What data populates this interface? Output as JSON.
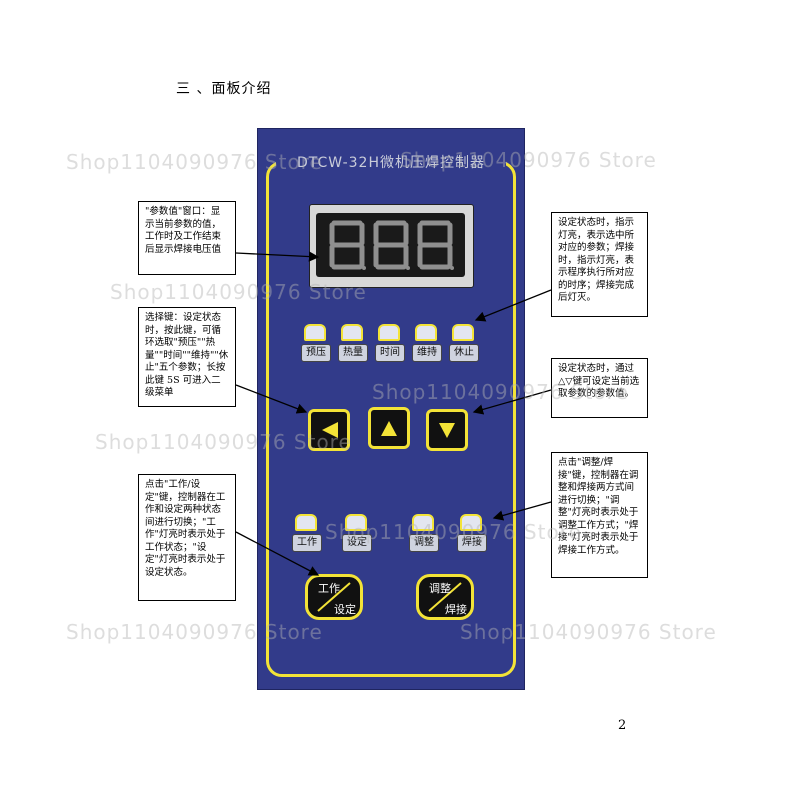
{
  "section_title": "三 、面板介绍",
  "panel": {
    "title": "DTCW-32H微机压焊控制器",
    "display_digits": [
      "8",
      "8",
      "8"
    ],
    "indicators": [
      "预压",
      "热量",
      "时间",
      "维持",
      "休止"
    ],
    "mode_indicators": [
      "工作",
      "设定",
      "调整",
      "焊接"
    ],
    "keys": [
      "left-key",
      "up-key",
      "down-key"
    ],
    "work_set_button": {
      "top": "工作",
      "bottom": "设定"
    },
    "adjust_weld_button": {
      "top": "调整",
      "bottom": "焊接"
    }
  },
  "notes": {
    "param_window": "\"参数值\"窗口：显示当前参数的值，工作时及工作结束后显示焊接电压值",
    "indicator_lamps": "设定状态时，指示灯亮，表示选中所对应的参数；焊接时，指示灯亮，表示程序执行所对应的时序；焊接完成后灯灭。",
    "select_key": "选择键：设定状态时，按此键，可循环选取\"预压\"\"热量\"\"时间\"\"维持\"\"休止\"五个参数；长按此键 5S 可进入二级菜单",
    "up_down_keys": "设定状态时，通过△▽键可设定当前选取参数的参数值。",
    "work_set": "点击\"工作/设定\"键，控制器在工作和设定两种状态间进行切换；\"工作\"灯亮时表示处于工作状态；\"设定\"灯亮时表示处于设定状态。",
    "adjust_weld": "点击\"调整/焊接\"键，控制器在调整和焊接两方式间进行切换；\"调整\"灯亮时表示处于调整工作方式；\"焊接\"灯亮时表示处于焊接工作方式。"
  },
  "watermark": "Shop1104090976 Store",
  "page_number": "2",
  "colors": {
    "panel": "#323b8a",
    "accent": "#f3e337",
    "display": "#1a1a1a"
  }
}
